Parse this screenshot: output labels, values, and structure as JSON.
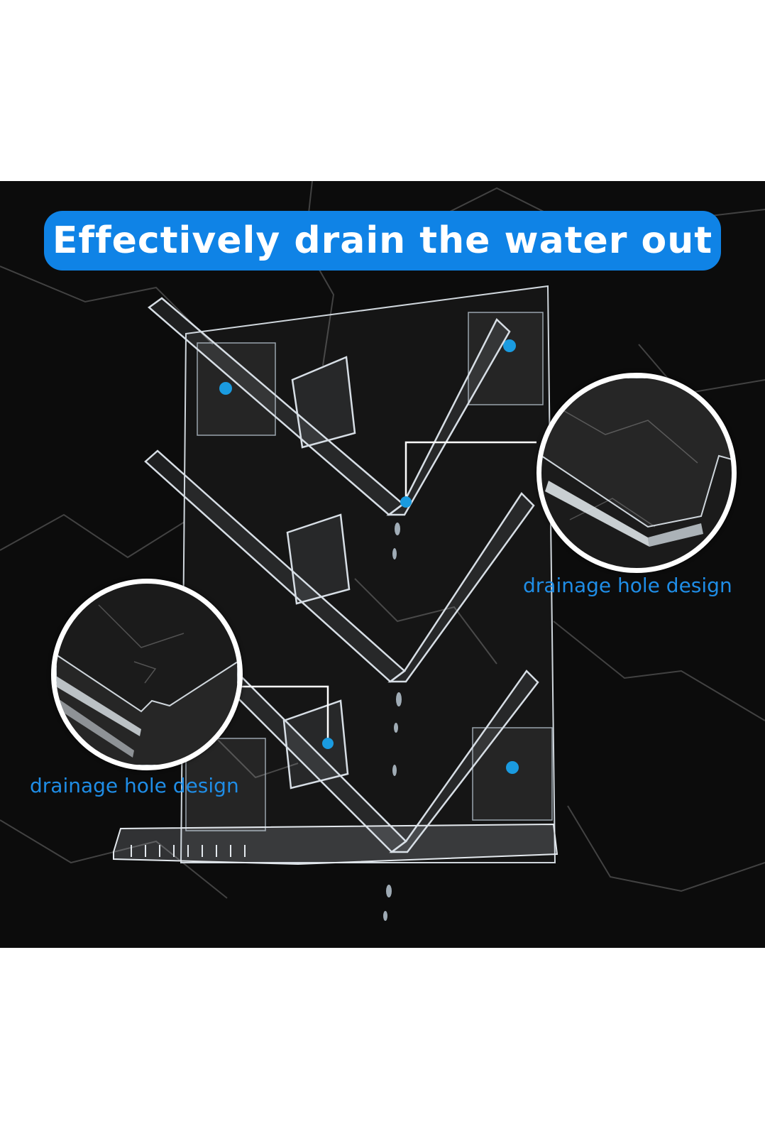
{
  "headline": "Effectively drain the water out",
  "callouts": [
    {
      "label": "drainage hole design"
    },
    {
      "label": "drainage hole design"
    }
  ],
  "colors": {
    "accent": "#0f83e6",
    "label": "#1f8de6",
    "background": "#0c0c0c",
    "marker": "#1a9be0"
  }
}
